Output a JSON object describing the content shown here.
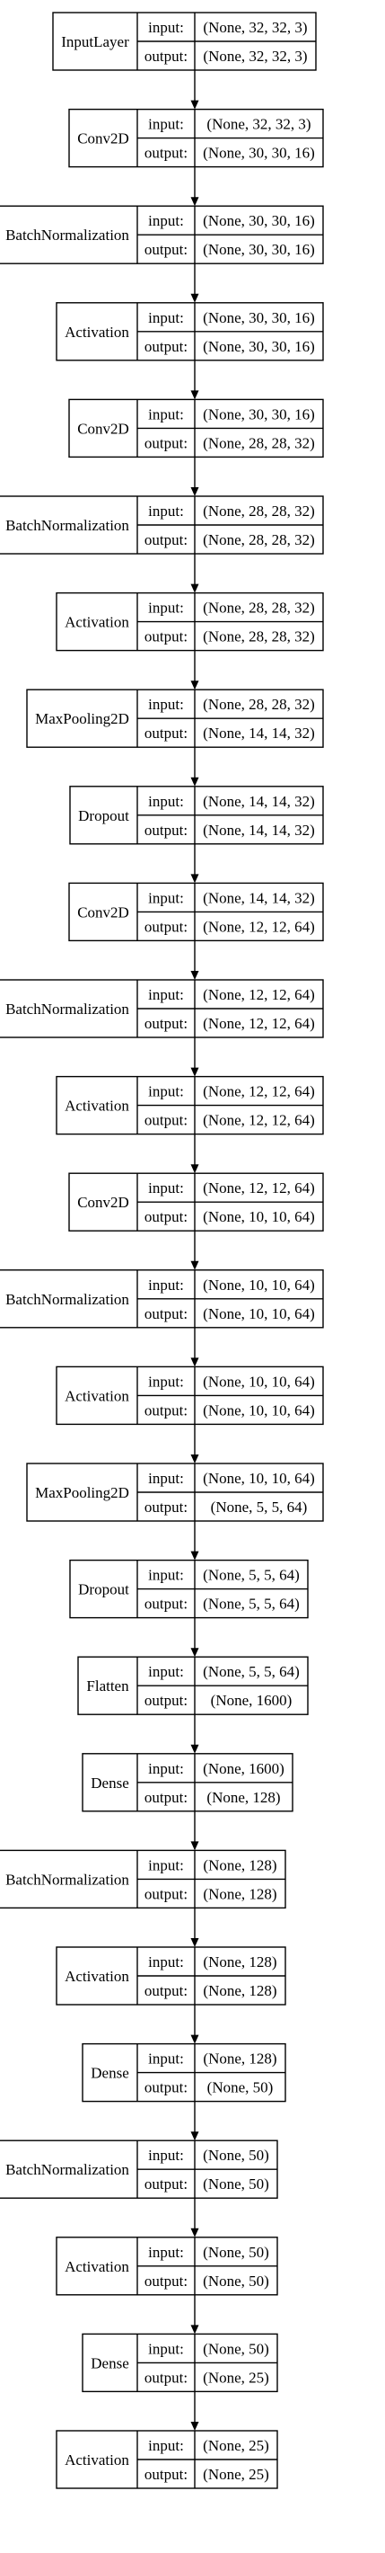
{
  "labels": {
    "input": "input:",
    "output": "output:"
  },
  "layers": [
    {
      "name": "InputLayer",
      "input": "(None, 32, 32, 3)",
      "output": "(None, 32, 32, 3)"
    },
    {
      "name": "Conv2D",
      "input": "(None, 32, 32, 3)",
      "output": "(None, 30, 30, 16)"
    },
    {
      "name": "BatchNormalization",
      "input": "(None, 30, 30, 16)",
      "output": "(None, 30, 30, 16)"
    },
    {
      "name": "Activation",
      "input": "(None, 30, 30, 16)",
      "output": "(None, 30, 30, 16)"
    },
    {
      "name": "Conv2D",
      "input": "(None, 30, 30, 16)",
      "output": "(None, 28, 28, 32)"
    },
    {
      "name": "BatchNormalization",
      "input": "(None, 28, 28, 32)",
      "output": "(None, 28, 28, 32)"
    },
    {
      "name": "Activation",
      "input": "(None, 28, 28, 32)",
      "output": "(None, 28, 28, 32)"
    },
    {
      "name": "MaxPooling2D",
      "input": "(None, 28, 28, 32)",
      "output": "(None, 14, 14, 32)"
    },
    {
      "name": "Dropout",
      "input": "(None, 14, 14, 32)",
      "output": "(None, 14, 14, 32)"
    },
    {
      "name": "Conv2D",
      "input": "(None, 14, 14, 32)",
      "output": "(None, 12, 12, 64)"
    },
    {
      "name": "BatchNormalization",
      "input": "(None, 12, 12, 64)",
      "output": "(None, 12, 12, 64)"
    },
    {
      "name": "Activation",
      "input": "(None, 12, 12, 64)",
      "output": "(None, 12, 12, 64)"
    },
    {
      "name": "Conv2D",
      "input": "(None, 12, 12, 64)",
      "output": "(None, 10, 10, 64)"
    },
    {
      "name": "BatchNormalization",
      "input": "(None, 10, 10, 64)",
      "output": "(None, 10, 10, 64)"
    },
    {
      "name": "Activation",
      "input": "(None, 10, 10, 64)",
      "output": "(None, 10, 10, 64)"
    },
    {
      "name": "MaxPooling2D",
      "input": "(None, 10, 10, 64)",
      "output": "(None, 5, 5, 64)"
    },
    {
      "name": "Dropout",
      "input": "(None, 5, 5, 64)",
      "output": "(None, 5, 5, 64)"
    },
    {
      "name": "Flatten",
      "input": "(None, 5, 5, 64)",
      "output": "(None, 1600)"
    },
    {
      "name": "Dense",
      "input": "(None, 1600)",
      "output": "(None, 128)"
    },
    {
      "name": "BatchNormalization",
      "input": "(None, 128)",
      "output": "(None, 128)"
    },
    {
      "name": "Activation",
      "input": "(None, 128)",
      "output": "(None, 128)"
    },
    {
      "name": "Dense",
      "input": "(None, 128)",
      "output": "(None, 50)"
    },
    {
      "name": "BatchNormalization",
      "input": "(None, 50)",
      "output": "(None, 50)"
    },
    {
      "name": "Activation",
      "input": "(None, 50)",
      "output": "(None, 50)"
    },
    {
      "name": "Dense",
      "input": "(None, 50)",
      "output": "(None, 25)"
    },
    {
      "name": "Activation",
      "input": "(None, 25)",
      "output": "(None, 25)"
    }
  ]
}
